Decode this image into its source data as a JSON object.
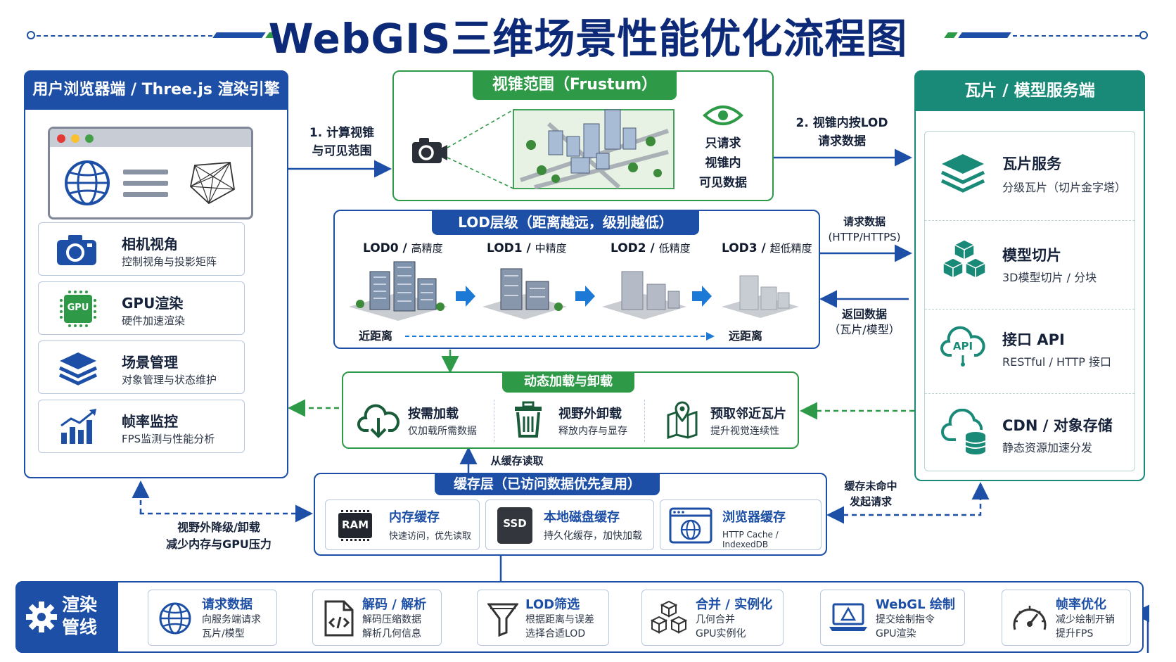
{
  "title": "WebGIS三维场景性能优化流程图",
  "colors": {
    "primary_blue": "#1c4fa5",
    "green": "#2e9a48",
    "teal": "#1a8a78",
    "title": "#0d2a78"
  },
  "client": {
    "header": "用户浏览器端 / Three.js 渲染引擎",
    "cards": [
      {
        "title": "相机视角",
        "sub": "控制视角与投影矩阵",
        "icon": "camera-icon"
      },
      {
        "title": "GPU渲染",
        "sub": "硬件加速渲染",
        "icon": "gpu-chip-icon",
        "badge": "GPU"
      },
      {
        "title": "场景管理",
        "sub": "对象管理与状态维护",
        "icon": "layers-icon"
      },
      {
        "title": "帧率监控",
        "sub": "FPS监测与性能分析",
        "icon": "bar-chart-icon"
      }
    ]
  },
  "frustum": {
    "header": "视锥范围（Frustum）",
    "side_text": [
      "只请求",
      "视锥内",
      "可见数据"
    ]
  },
  "arrows": {
    "compute_frustum": [
      "1. 计算视锥",
      "与可见范围"
    ],
    "lod_request": [
      "2. 视锥内按LOD",
      "请求数据"
    ],
    "request_data": [
      "请求数据",
      "(HTTP/HTTPS)"
    ],
    "return_data": [
      "返回数据",
      "（瓦片/模型）"
    ],
    "from_cache": "从缓存读取",
    "cache_miss": [
      "缓存未命中",
      "发起请求"
    ],
    "downgrade": [
      "视野外降级/卸载",
      "减少内存与GPU压力"
    ]
  },
  "lod": {
    "header": "LOD层级（距离越远，级别越低）",
    "levels": [
      {
        "name": "LOD0",
        "desc": "高精度"
      },
      {
        "name": "LOD1",
        "desc": "中精度"
      },
      {
        "name": "LOD2",
        "desc": "低精度"
      },
      {
        "name": "LOD3",
        "desc": "超低精度"
      }
    ],
    "near": "近距离",
    "far": "远距离"
  },
  "dynamic": {
    "header": "动态加载与卸载",
    "items": [
      {
        "title": "按需加载",
        "sub": "仅加载所需数据",
        "icon": "cloud-download-icon"
      },
      {
        "title": "视野外卸载",
        "sub": "释放内存与显存",
        "icon": "trash-icon"
      },
      {
        "title": "预取邻近瓦片",
        "sub": "提升视觉连续性",
        "icon": "map-pin-icon"
      }
    ]
  },
  "cache": {
    "header": "缓存层（已访问数据优先复用）",
    "items": [
      {
        "title": "内存缓存",
        "sub": "快速访问，优先读取",
        "badge": "RAM"
      },
      {
        "title": "本地磁盘缓存",
        "sub": "持久化缓存，加快加载",
        "badge": "SSD"
      },
      {
        "title": "浏览器缓存",
        "sub": "HTTP Cache / IndexedDB",
        "icon": "browser-globe-icon"
      }
    ]
  },
  "server": {
    "header": "瓦片 / 模型服务端",
    "items": [
      {
        "title": "瓦片服务",
        "sub": "分级瓦片（切片金字塔）",
        "icon": "tile-layers-icon"
      },
      {
        "title": "模型切片",
        "sub": "3D模型切片 / 分块",
        "icon": "cubes-icon"
      },
      {
        "title": "接口 API",
        "sub": "RESTful / HTTP 接口",
        "badge": "API"
      },
      {
        "title": "CDN / 对象存储",
        "sub": "静态资源加速分发",
        "icon": "cdn-cloud-icon"
      }
    ]
  },
  "pipeline": {
    "label": [
      "渲染",
      "管线"
    ],
    "steps": [
      {
        "title": "请求数据",
        "sub": [
          "向服务端请求",
          "瓦片/模型"
        ],
        "icon": "globe-icon"
      },
      {
        "title": "解码 / 解析",
        "sub": [
          "解码压缩数据",
          "解析几何信息"
        ],
        "icon": "code-file-icon"
      },
      {
        "title": "LOD筛选",
        "sub": [
          "根据距离与误差",
          "选择合适LOD"
        ],
        "icon": "funnel-icon"
      },
      {
        "title": "合并 / 实例化",
        "sub": [
          "几何合并",
          "GPU实例化"
        ],
        "icon": "cubes-icon"
      },
      {
        "title": "WebGL 绘制",
        "sub": [
          "提交绘制指令",
          "GPU渲染"
        ],
        "icon": "laptop-icon"
      },
      {
        "title": "帧率优化",
        "sub": [
          "减少绘制开销",
          "提升FPS"
        ],
        "icon": "speedometer-icon"
      }
    ]
  }
}
